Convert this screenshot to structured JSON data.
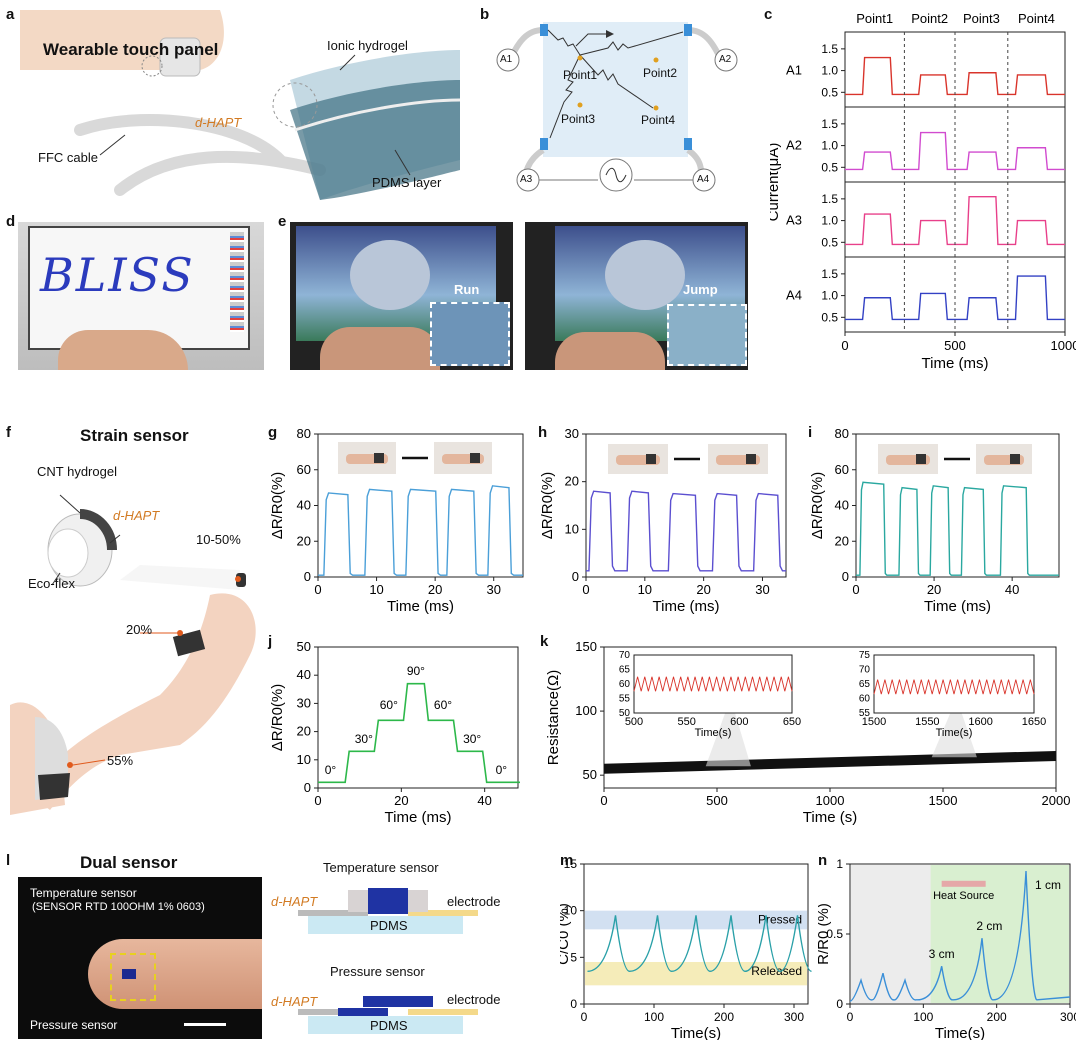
{
  "panel_labels": [
    "a",
    "b",
    "c",
    "d",
    "e",
    "f",
    "g",
    "h",
    "i",
    "j",
    "k",
    "l",
    "m",
    "n"
  ],
  "a": {
    "title": "Wearable touch panel",
    "ionic": "Ionic hydrogel",
    "dhapt": "d-HAPT",
    "ffc": "FFC cable",
    "pdms": "PDMS layer"
  },
  "b": {
    "A1": "A1",
    "A2": "A2",
    "A3": "A3",
    "A4": "A4",
    "p1": "Point1",
    "p2": "Point2",
    "p3": "Point3",
    "p4": "Point4"
  },
  "d": {
    "text": "BLISS"
  },
  "e": {
    "run": "Run",
    "jump": "Jump"
  },
  "f": {
    "title": "Strain sensor",
    "cnt": "CNT hydrogel",
    "dhapt": "d-HAPT",
    "eco": "Eco-flex",
    "p1050": "10-50%",
    "p20": "20%",
    "p55": "55%"
  },
  "l": {
    "title": "Dual sensor",
    "temp": "Temperature sensor",
    "part": "(SENSOR RTD 100OHM 1% 0603)",
    "press": "Pressure sensor",
    "temp_title": "Temperature sensor",
    "press_title": "Pressure sensor",
    "dhapt1": "d-HAPT",
    "dhapt2": "d-HAPT",
    "electrode1": "electrode",
    "electrode2": "electrode",
    "pdms1": "PDMS",
    "pdms2": "PDMS"
  },
  "colors": {
    "red": "#d9342b",
    "magenta": "#d14bcf",
    "pink": "#e8408a",
    "blue": "#3341c4",
    "g": "#4a9fd8",
    "h": "#5b4fd0",
    "i": "#2aa8a0",
    "j": "#2db84a",
    "k": "#111111",
    "m": "#2aa0a8",
    "n": "#3a8fd8"
  },
  "chart_data": [
    {
      "id": "c",
      "type": "line",
      "title": "",
      "xlabel": "Time (ms)",
      "ylabel": "Current(μA)",
      "xlim": [
        0,
        1000
      ],
      "xticks": [
        0,
        500,
        1000
      ],
      "yticks": [
        0.5,
        1.0,
        1.5
      ],
      "column_labels": [
        "Point1",
        "Point2",
        "Point3",
        "Point4"
      ],
      "dividers": [
        270,
        500,
        740
      ],
      "series": [
        {
          "name": "A1",
          "levels": [
            1.3,
            0.9,
            0.95,
            0.9
          ],
          "base": 0.45
        },
        {
          "name": "A2",
          "levels": [
            0.85,
            1.3,
            0.85,
            0.95
          ],
          "base": 0.45
        },
        {
          "name": "A3",
          "levels": [
            1.15,
            1.0,
            1.55,
            1.0
          ],
          "base": 0.45
        },
        {
          "name": "A4",
          "levels": [
            0.95,
            1.05,
            0.95,
            1.45
          ],
          "base": 0.45
        }
      ]
    },
    {
      "id": "g",
      "type": "line",
      "xlabel": "Time (ms)",
      "ylabel": "ΔR/R0(%)",
      "xlim": [
        0,
        35
      ],
      "ylim": [
        0,
        80
      ],
      "xticks": [
        0,
        10,
        20,
        30
      ],
      "yticks": [
        0,
        20,
        40,
        60,
        80
      ],
      "pulses": [
        [
          1,
          5.5,
          47
        ],
        [
          8,
          13,
          49
        ],
        [
          15,
          20.5,
          49
        ],
        [
          22,
          27,
          49
        ],
        [
          29,
          33,
          51
        ]
      ],
      "base": 1
    },
    {
      "id": "h",
      "type": "line",
      "xlabel": "Time (ms)",
      "ylabel": "ΔR/R0(%)",
      "xlim": [
        0,
        34
      ],
      "ylim": [
        0,
        30
      ],
      "xticks": [
        0,
        10,
        20,
        30
      ],
      "yticks": [
        0,
        10,
        20,
        30
      ],
      "pulses": [
        [
          0.5,
          4.5,
          18
        ],
        [
          7,
          11,
          18
        ],
        [
          14,
          19,
          17.5
        ],
        [
          21.5,
          26,
          17.5
        ],
        [
          28.5,
          33,
          17.5
        ]
      ],
      "base": 1.3
    },
    {
      "id": "i",
      "type": "line",
      "xlabel": "Time (ms)",
      "ylabel": "ΔR/R0(%)",
      "xlim": [
        0,
        52
      ],
      "ylim": [
        0,
        80
      ],
      "xticks": [
        0,
        20,
        40
      ],
      "yticks": [
        0,
        20,
        40,
        60,
        80
      ],
      "pulses": [
        [
          1,
          7.5,
          53
        ],
        [
          11,
          16,
          50
        ],
        [
          19,
          24,
          51
        ],
        [
          27,
          33,
          50
        ],
        [
          37,
          44,
          51
        ]
      ],
      "base": 1
    },
    {
      "id": "j",
      "type": "line",
      "xlabel": "Time (ms)",
      "ylabel": "ΔR/R0(%)",
      "xlim": [
        0,
        48
      ],
      "ylim": [
        0,
        50
      ],
      "xticks": [
        0,
        20,
        40
      ],
      "yticks": [
        0,
        10,
        20,
        30,
        40,
        50
      ],
      "steps": [
        [
          0,
          2
        ],
        [
          7,
          13
        ],
        [
          14,
          24
        ],
        [
          21,
          37
        ],
        [
          26,
          24
        ],
        [
          33,
          13
        ],
        [
          40,
          2
        ],
        [
          48,
          2
        ]
      ],
      "angle_labels": [
        "0°",
        "30°",
        "60°",
        "90°",
        "60°",
        "30°",
        "0°"
      ]
    },
    {
      "id": "k",
      "type": "line",
      "xlabel": "Time (s)",
      "ylabel": "Resistance(Ω)",
      "xlim": [
        0,
        2000
      ],
      "ylim": [
        40,
        150
      ],
      "xticks": [
        0,
        500,
        1000,
        1500,
        2000
      ],
      "yticks": [
        50,
        100,
        150
      ],
      "trend": [
        [
          0,
          55
        ],
        [
          2000,
          65
        ]
      ],
      "insets": [
        {
          "xlim": [
            500,
            650
          ],
          "ylim": [
            50,
            70
          ],
          "xticks": [
            500,
            550,
            600,
            650
          ],
          "yticks": [
            50,
            55,
            60,
            65,
            70
          ],
          "center": 60,
          "amp": 2.5,
          "xlabel": "Time(s)"
        },
        {
          "xlim": [
            1500,
            1650
          ],
          "ylim": [
            55,
            75
          ],
          "xticks": [
            1500,
            1550,
            1600,
            1650
          ],
          "yticks": [
            55,
            60,
            65,
            70,
            75
          ],
          "center": 64,
          "amp": 2.5,
          "xlabel": "Time(s)"
        }
      ]
    },
    {
      "id": "m",
      "type": "line",
      "xlabel": "Time(s)",
      "ylabel": "C/C0 (%)",
      "xlim": [
        0,
        320
      ],
      "ylim": [
        0,
        15
      ],
      "xticks": [
        0,
        100,
        200,
        300
      ],
      "yticks": [
        0,
        5,
        10,
        15
      ],
      "bands": [
        {
          "label": "Pressed",
          "from": 8,
          "to": 10
        },
        {
          "label": "Released",
          "from": 2,
          "to": 4.5
        }
      ],
      "peaks": [
        45,
        105,
        160,
        210,
        260,
        305
      ],
      "peak_value": 9.5,
      "base": 3.5
    },
    {
      "id": "n",
      "type": "line",
      "xlabel": "Time(s)",
      "ylabel": "R/R0 (%)",
      "xlim": [
        0,
        300
      ],
      "ylim": [
        0,
        1.0
      ],
      "xticks": [
        0,
        100,
        200,
        300
      ],
      "yticks": [
        0.0,
        0.5,
        1.0
      ],
      "heat_start": 110,
      "heat_label": "Heat Source",
      "peaks": [
        [
          15,
          0.17
        ],
        [
          45,
          0.22
        ],
        [
          75,
          0.17
        ],
        [
          125,
          0.27
        ],
        [
          180,
          0.47
        ],
        [
          240,
          0.95
        ]
      ],
      "peak_labels": [
        "3 cm",
        "2 cm",
        "1 cm"
      ]
    }
  ]
}
